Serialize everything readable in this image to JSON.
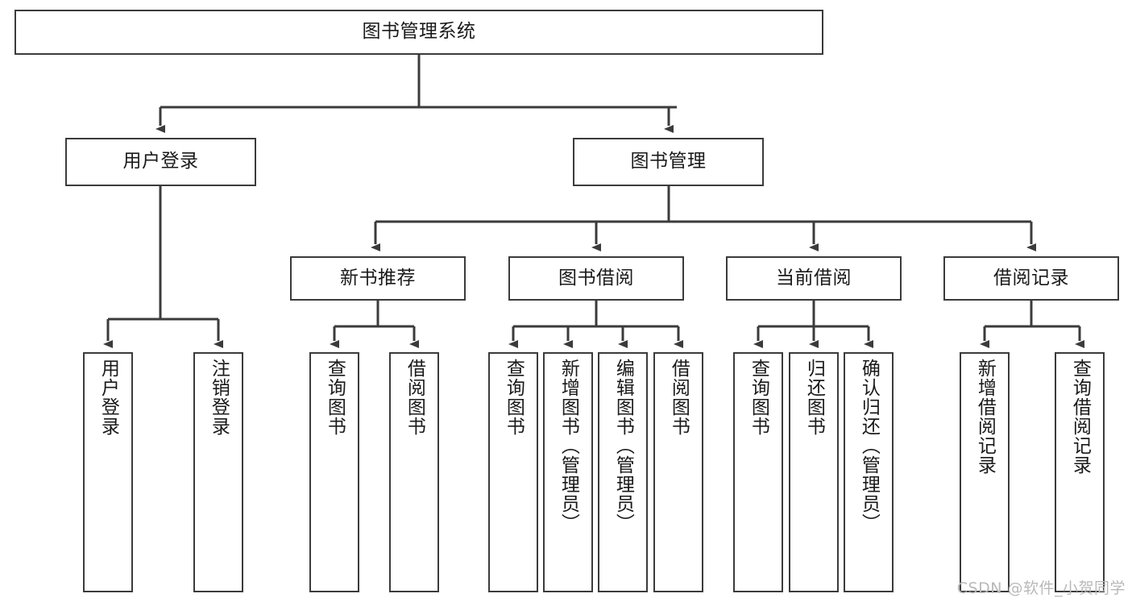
{
  "diagram": {
    "type": "tree-hierarchy-chart",
    "title_text": "图书管理系统",
    "line_color": "#3b3b3b",
    "box_fill": "#ffffff",
    "text_color": "#1a1a1a",
    "watermark": "CSDN @软件_小贺同学",
    "levels": {
      "root": "图书管理系统",
      "level2": [
        "用户登录",
        "图书管理"
      ],
      "level3": [
        "新书推荐",
        "图书借阅",
        "当前借阅",
        "借阅记录"
      ]
    },
    "nodes": {
      "root": {
        "label": "图书管理系统"
      },
      "user_login": {
        "label": "用户登录"
      },
      "book_manage": {
        "label": "图书管理"
      },
      "new_book_recommend": {
        "label": "新书推荐"
      },
      "book_borrow": {
        "label": "图书借阅"
      },
      "current_borrow": {
        "label": "当前借阅"
      },
      "borrow_record": {
        "label": "借阅记录"
      },
      "leaf_user_login": {
        "label": "用户登录"
      },
      "leaf_logout_login": {
        "label": "注销登录"
      },
      "leaf_query_book_1": {
        "label": "查询图书"
      },
      "leaf_borrow_book_1": {
        "label": "借阅图书"
      },
      "leaf_query_book_2": {
        "label": "查询图书"
      },
      "leaf_add_book_admin": {
        "label": "新增图书（管理员）"
      },
      "leaf_edit_book_admin": {
        "label": "编辑图书（管理员）"
      },
      "leaf_borrow_book_2": {
        "label": "借阅图书"
      },
      "leaf_query_book_3": {
        "label": "查询图书"
      },
      "leaf_return_book": {
        "label": "归还图书"
      },
      "leaf_confirm_return_admin": {
        "label": "确认归还（管理员）"
      },
      "leaf_add_borrow_record": {
        "label": "新增借阅记录"
      },
      "leaf_query_borrow_record": {
        "label": "查询借阅记录"
      }
    }
  }
}
